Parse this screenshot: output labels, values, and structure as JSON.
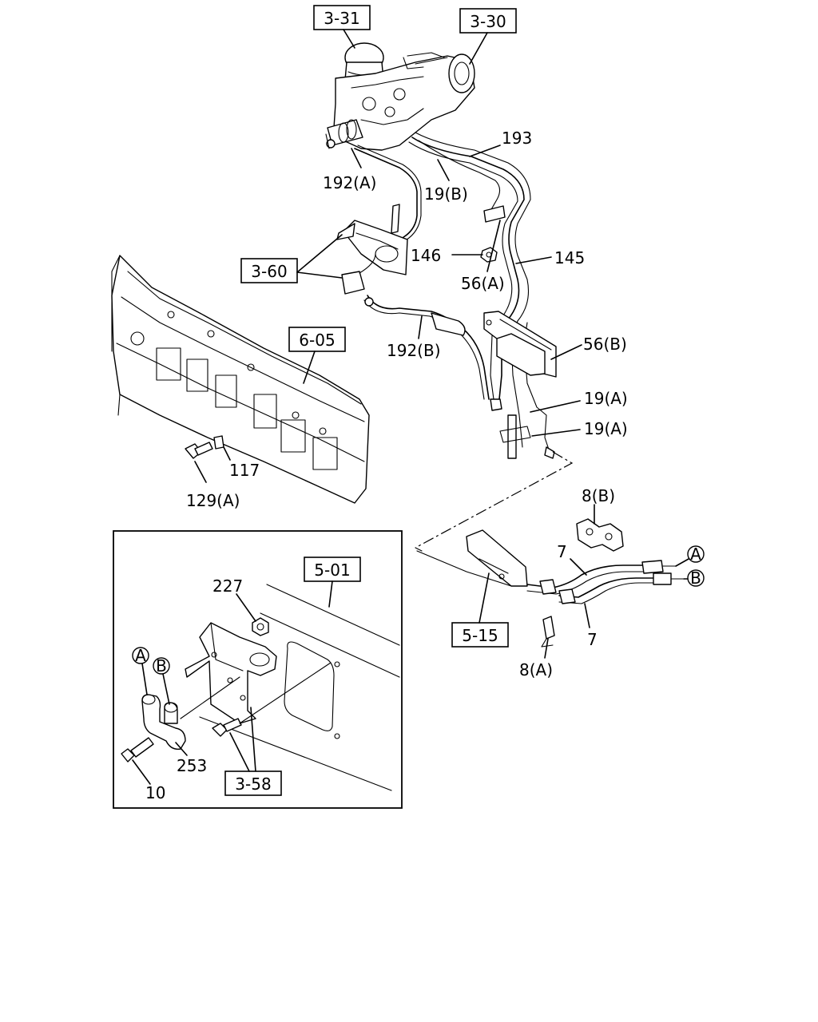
{
  "ref_boxes": {
    "ref_3_31": "3-31",
    "ref_3_30": "3-30",
    "ref_3_60": "3-60",
    "ref_6_05": "6-05",
    "ref_5_01": "5-01",
    "ref_5_15": "5-15",
    "ref_3_58": "3-58"
  },
  "part_labels": {
    "p193": "193",
    "p192a": "192(A)",
    "p19b": "19(B)",
    "p146": "146",
    "p145": "145",
    "p56a": "56(A)",
    "p192b": "192(B)",
    "p56b": "56(B)",
    "p19a_1": "19(A)",
    "p19a_2": "19(A)",
    "p117": "117",
    "p129a": "129(A)",
    "p8b": "8(B)",
    "p7_1": "7",
    "p7_2": "7",
    "p8a": "8(A)",
    "p227": "227",
    "p253": "253",
    "p10": "10"
  },
  "connector_markers": {
    "a_right": "A",
    "b_right": "B",
    "a_left": "A",
    "b_left": "B"
  }
}
